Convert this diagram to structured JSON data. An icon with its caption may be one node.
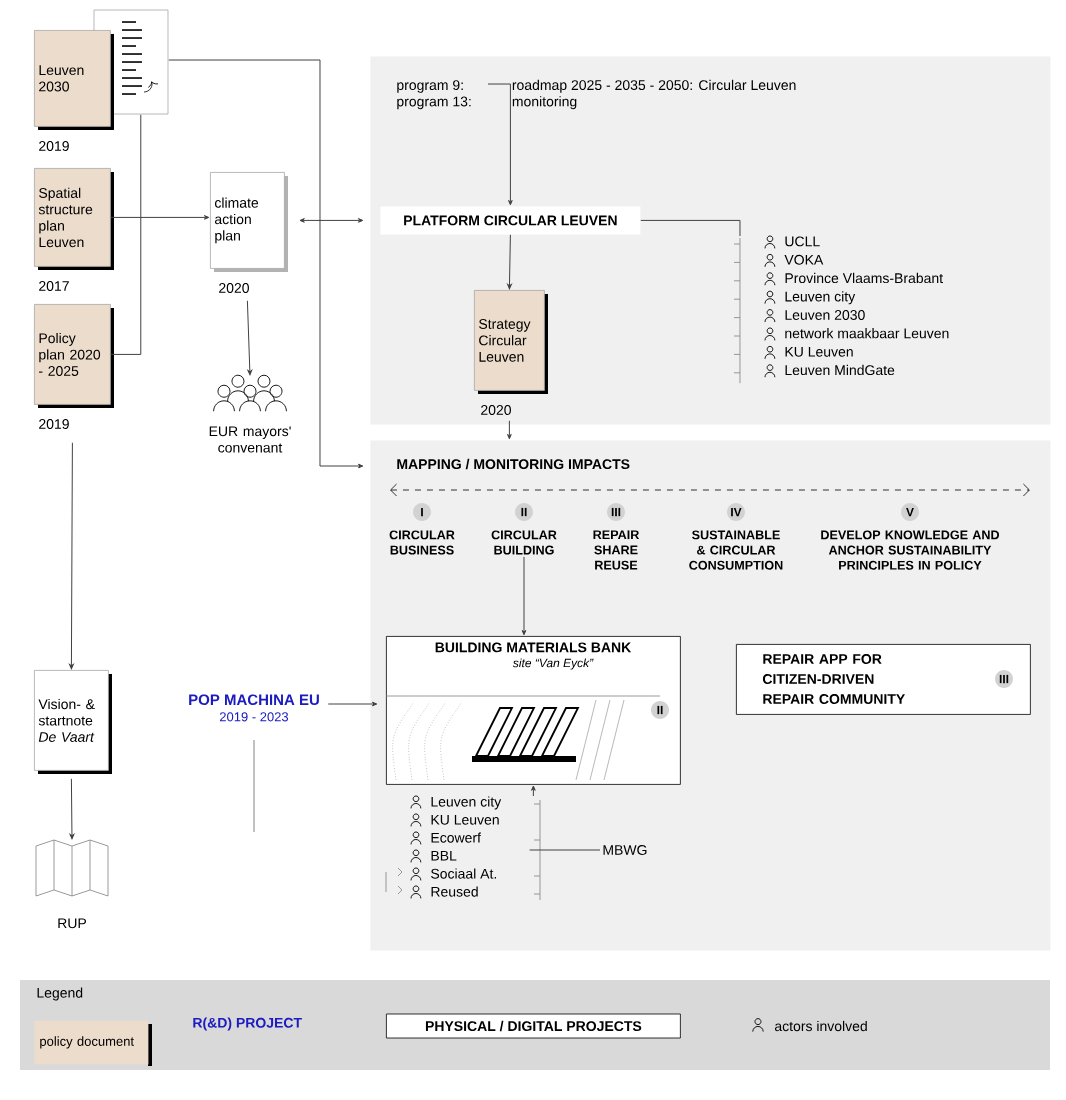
{
  "diagram": {
    "nodes": [
      {
        "text": [
          "Leuven 2030"
        ],
        "beside": [
          "2019"
        ]
      },
      {
        "text": [
          "Spatial structure plan Leuven"
        ],
        "beside": [
          "2017"
        ]
      },
      {
        "text": [
          "Policy plan 2020 - 2025"
        ],
        "beside": [
          "2019"
        ]
      },
      {
        "text": [
          "climate action plan"
        ],
        "beside": [
          "2020"
        ]
      },
      {
        "text": [
          "EUR mayors' convenant"
        ]
      },
      {
        "text": [],
        "shape": "box"
      },
      {
        "text": [
          "program 9:",
          "program 13:",
          "roadmap 2025 - 2035 - 2050: Circular Leuven",
          "monitoring"
        ],
        "in": 5
      },
      {
        "text": [
          "PLATFORM CIRCULAR LEUVEN"
        ],
        "in": 5
      },
      {
        "text": [
          "Strategy Circular Leuven"
        ],
        "beside": [
          "2020"
        ],
        "in": 5
      },
      {
        "text": [
          "UCLL",
          "VOKA",
          "Province Vlaams-Brabant",
          "Leuven city",
          "Leuven 2030",
          "network maakbaar Leuven",
          "KU Leuven",
          "Leuven MindGate"
        ],
        "in": 5
      },
      {
        "text": [
          "MAPPING / MONITORING IMPACTS"
        ]
      },
      {
        "text": [
          "I",
          "CIRCULAR BUSINESS"
        ],
        "in": 10
      },
      {
        "text": [
          "II",
          "CIRCULAR BUILDING"
        ],
        "in": 10
      },
      {
        "text": [
          "III",
          "REPAIR SHARE REUSE"
        ],
        "in": 10
      },
      {
        "text": [
          "IV",
          "SUSTAINABLE & CIRCULAR CONSUMPTION"
        ],
        "in": 10
      },
      {
        "text": [
          "V",
          "DEVELOP KNOWLEDGE AND ANCHOR SUSTAINABILITY PRINCIPLES IN POLICY"
        ],
        "in": 10
      },
      {
        "text": [
          "BUILDING MATERIALS BANK",
          "site “Van Eyck”",
          "II"
        ],
        "in": 10
      },
      {
        "text": [
          "REPAIR APP FOR CITIZEN-DRIVEN REPAIR COMMUNITY",
          "III"
        ],
        "in": 10
      },
      {
        "text": [
          "Leuven city",
          "KU Leuven",
          "Ecowerf",
          "BBL",
          "Sociaal At.",
          "Reused"
        ],
        "in": 10
      },
      {
        "text": [
          "MBWG"
        ],
        "in": 10
      },
      {
        "text": [
          "POP MACHINA EU",
          "2019 - 2023"
        ]
      },
      {
        "text": [
          "Vision- & startnote *De Vaart*"
        ]
      },
      {
        "text": [
          "RUP"
        ]
      }
    ],
    "edges": [
      {
        "from": 0,
        "to": 10,
        "arrow": "to"
      },
      {
        "from": 1,
        "to": 3,
        "arrow": "to"
      },
      {
        "from": 2,
        "to": 0,
        "arrow": "none"
      },
      {
        "from": 2,
        "to": 21,
        "arrow": "to"
      },
      {
        "from": 3,
        "to": 4,
        "arrow": "to"
      },
      {
        "from": 3,
        "to": 7,
        "arrow": "both"
      },
      {
        "from": 6,
        "to": 7,
        "arrow": "to"
      },
      {
        "from": 7,
        "to": 8,
        "arrow": "to"
      },
      {
        "from": 8,
        "to": 10,
        "arrow": "to"
      },
      {
        "from": 7,
        "to": 9,
        "arrow": "none"
      },
      {
        "from": 12,
        "to": 16,
        "arrow": "to"
      },
      {
        "from": 18,
        "to": 16,
        "arrow": "to"
      },
      {
        "from": 18,
        "to": 19,
        "arrow": "none"
      },
      {
        "from": 20,
        "to": 16,
        "arrow": "to"
      },
      {
        "from": 21,
        "to": 22,
        "arrow": "to"
      }
    ],
    "labels": [
      "Legend"
    ],
    "legend": [
      {
        "text": "policy document"
      },
      {
        "text": "R(&D) PROJECT"
      },
      {
        "text": "PHYSICAL / DIGITAL PROJECTS"
      },
      {
        "text": "actors involved"
      }
    ]
  }
}
